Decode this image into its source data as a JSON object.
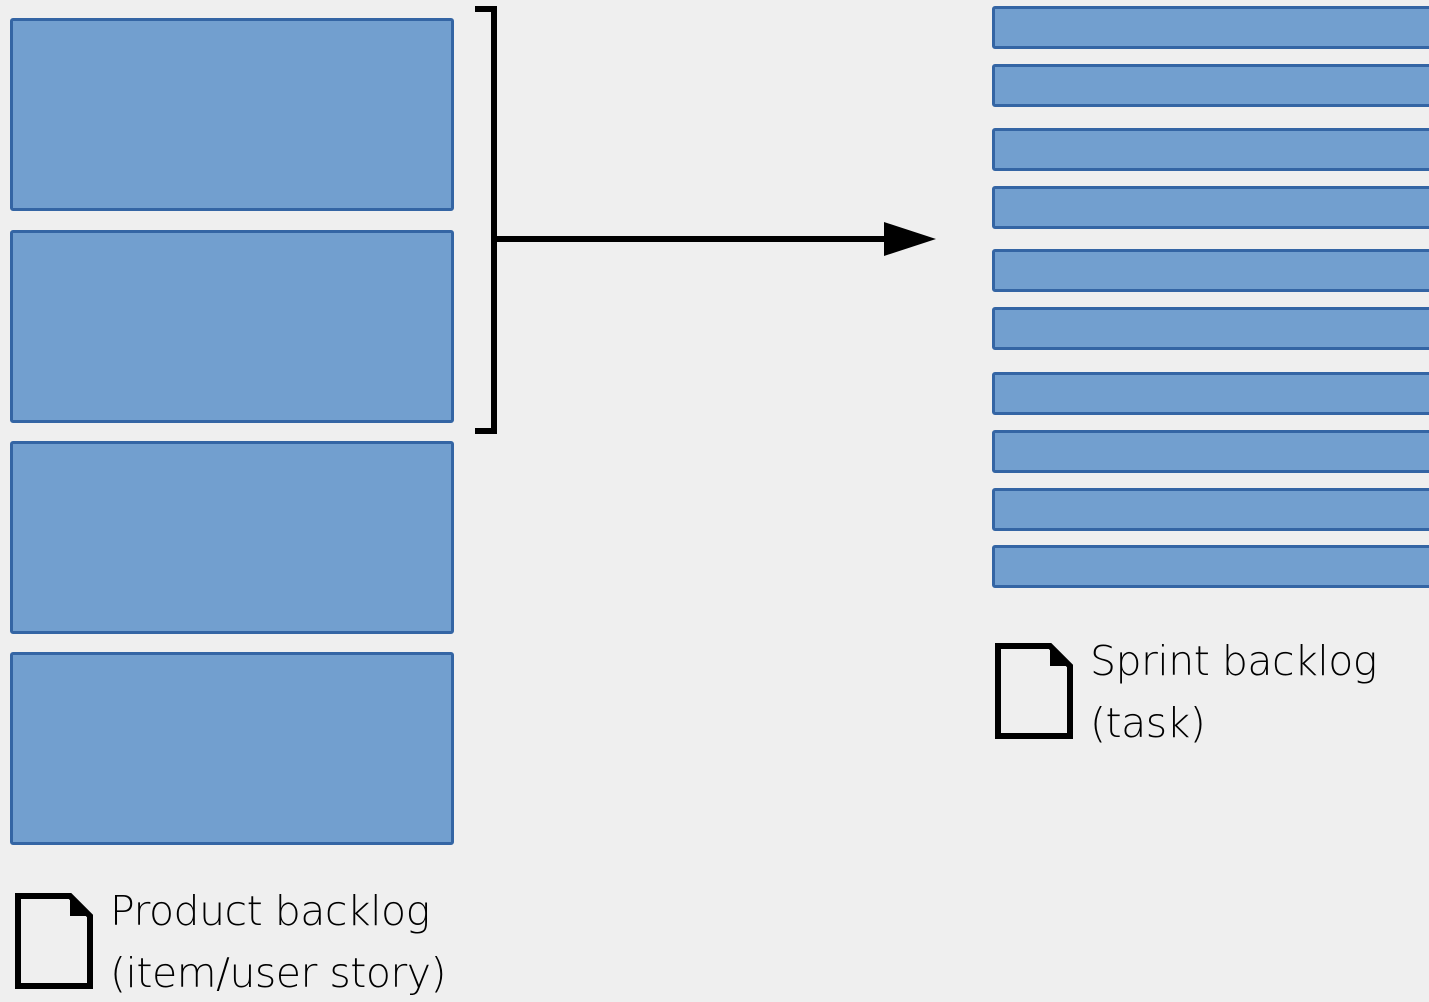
{
  "colors": {
    "background": "#efefef",
    "block_fill": "#729fcf",
    "block_border": "#3465a4",
    "line": "#000000"
  },
  "product_backlog": {
    "item_count": 4,
    "items_selected_for_sprint": 2,
    "legend": {
      "icon": "document-icon",
      "line1": "Product backlog",
      "line2": "(item/user story)"
    }
  },
  "sprint_backlog": {
    "task_count": 10,
    "legend": {
      "icon": "document-icon",
      "line1": "Sprint backlog",
      "line2": "(task)"
    }
  },
  "connector": {
    "type": "bracket-arrow",
    "from": "product_backlog",
    "to": "sprint_backlog"
  }
}
